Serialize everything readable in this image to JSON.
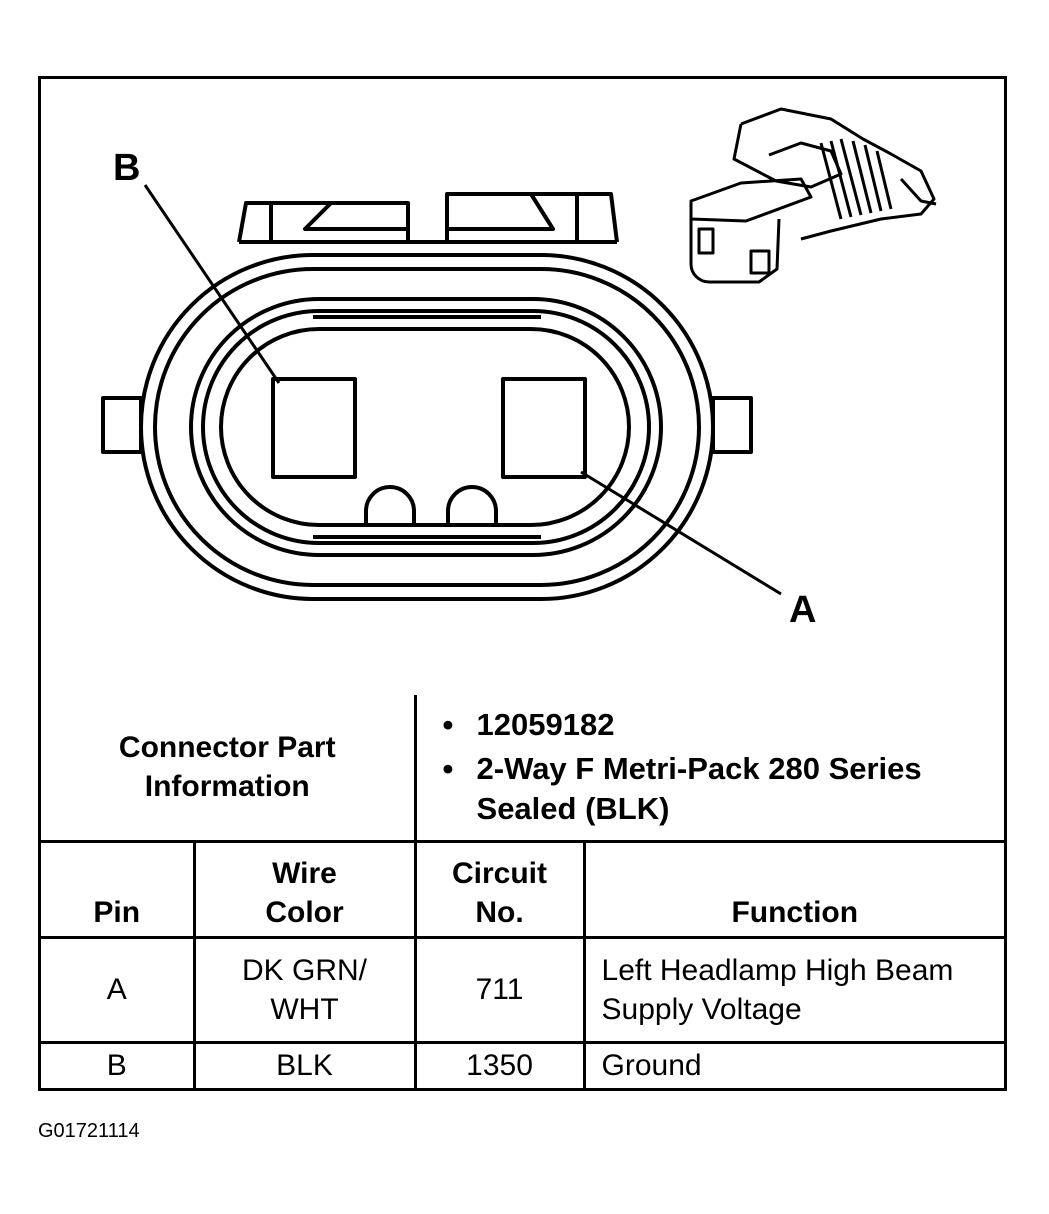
{
  "callouts": {
    "pin_b": "B",
    "pin_a": "A"
  },
  "connector_info": {
    "label": "Connector Part Information",
    "parts": [
      "12059182",
      "2-Way F Metri-Pack 280 Series Sealed (BLK)"
    ]
  },
  "pin_table": {
    "headers": {
      "pin": "Pin",
      "wire_color": "Wire Color",
      "circuit": "Circuit No.",
      "function": "Function"
    },
    "rows": [
      {
        "pin": "A",
        "wire_color": "DK GRN/ WHT",
        "circuit": "711",
        "function": "Left Headlamp High Beam Supply Voltage"
      },
      {
        "pin": "B",
        "wire_color": "BLK",
        "circuit": "1350",
        "function": "Ground"
      }
    ]
  },
  "figure_id": "G01721114"
}
